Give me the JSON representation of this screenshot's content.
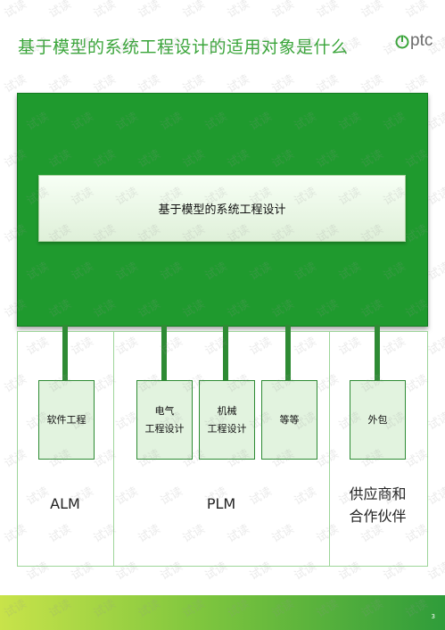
{
  "title": "基于模型的系统工程设计的适用对象是什么",
  "logo": {
    "text": "ptc",
    "mark": "ptc-logo-icon",
    "color": "#3aa53a"
  },
  "colors": {
    "accent": "#1f9a2e",
    "box_fill": "#e2f3df",
    "title": "#3aa53a"
  },
  "main": {
    "label": "基于模型的系统工程设计"
  },
  "boxes": [
    {
      "line1": "软件工程",
      "line2": ""
    },
    {
      "line1": "电气",
      "line2": "工程设计"
    },
    {
      "line1": "机械",
      "line2": "工程设计"
    },
    {
      "line1": "等等",
      "line2": ""
    },
    {
      "line1": "外包",
      "line2": ""
    }
  ],
  "panels": [
    {
      "line1": "ALM",
      "line2": ""
    },
    {
      "line1": "PLM",
      "line2": ""
    },
    {
      "line1": "供应商和",
      "line2": "合作伙伴"
    }
  ],
  "watermark": {
    "text": "试读"
  },
  "page_number": "3"
}
